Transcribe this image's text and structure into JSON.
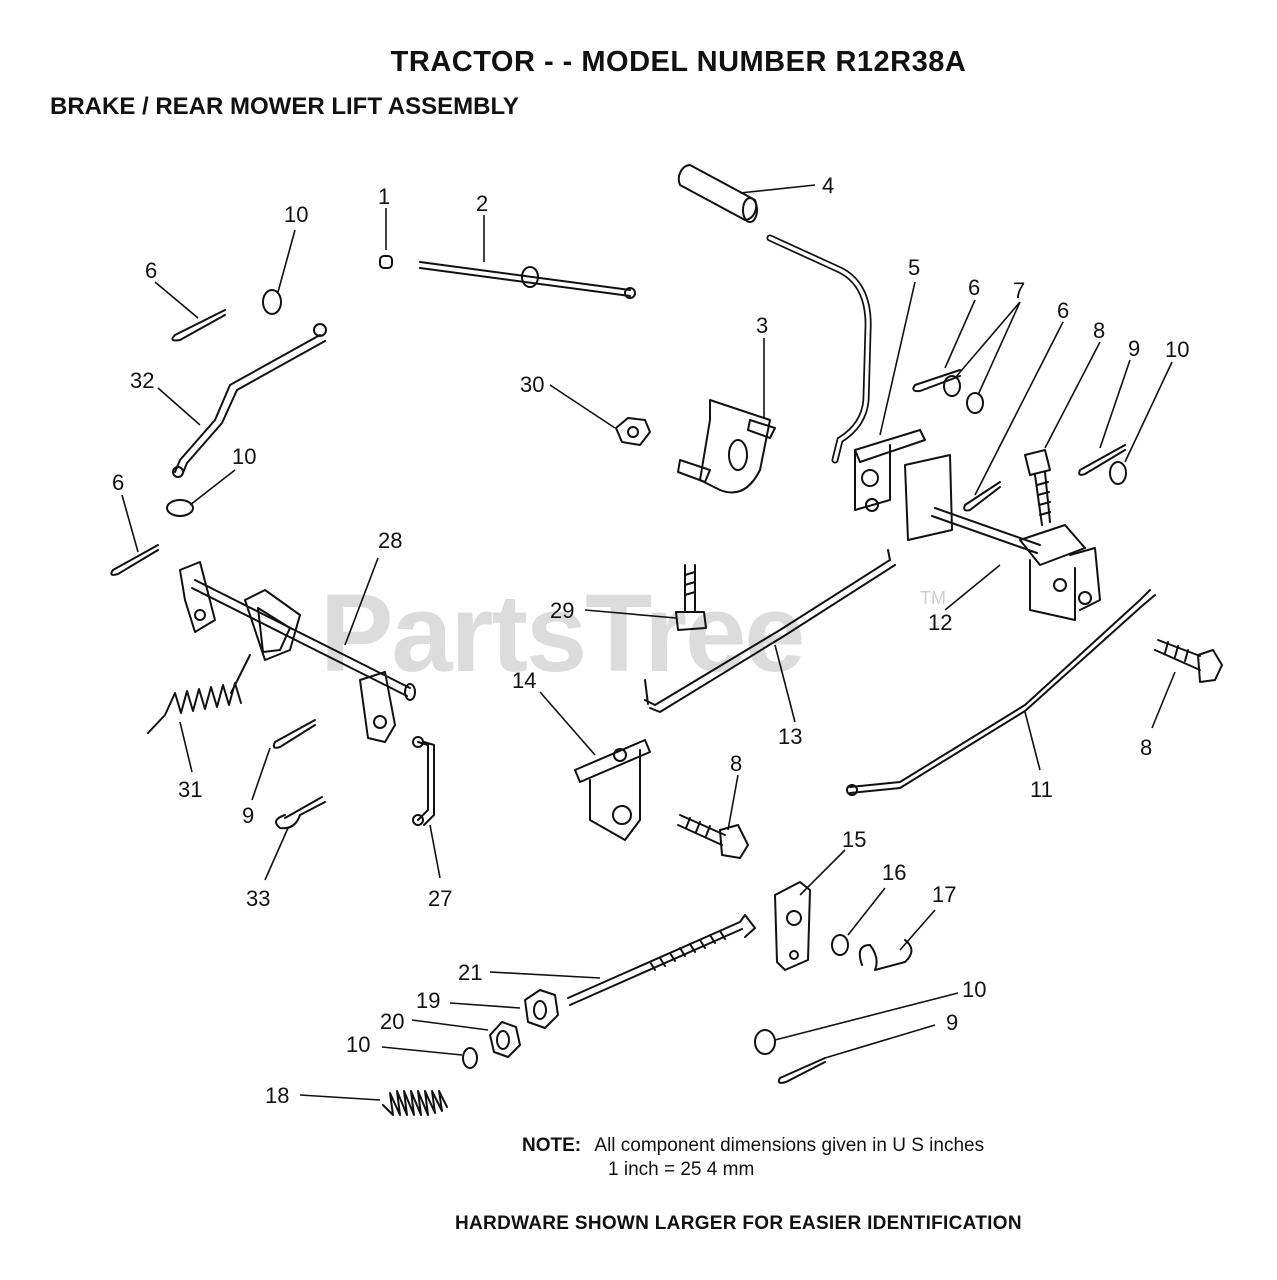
{
  "header": {
    "title": "TRACTOR - - MODEL NUMBER R12R38A",
    "subtitle": "BRAKE / REAR MOWER LIFT ASSEMBLY"
  },
  "watermark": {
    "text": "PartsTree",
    "tm": "TM"
  },
  "footer": {
    "note_label": "NOTE:",
    "note_line1": "All component dimensions given in U S  inches",
    "note_line2": "1 inch = 25 4 mm",
    "hardware": "HARDWARE SHOWN LARGER FOR EASIER IDENTIFICATION"
  },
  "callouts": {
    "c1": "1",
    "c2": "2",
    "c3": "3",
    "c4": "4",
    "c5": "5",
    "c6a": "6",
    "c6b": "6",
    "c6c": "6",
    "c6d": "6",
    "c7": "7",
    "c8a": "8",
    "c8b": "8",
    "c8c": "8",
    "c9a": "9",
    "c9b": "9",
    "c9c": "9",
    "c10a": "10",
    "c10b": "10",
    "c10c": "10",
    "c10d": "10",
    "c10e": "10",
    "c11": "11",
    "c12": "12",
    "c13": "13",
    "c14": "14",
    "c15": "15",
    "c16": "16",
    "c17": "17",
    "c18": "18",
    "c19": "19",
    "c20": "20",
    "c21": "21",
    "c27": "27",
    "c28": "28",
    "c29": "29",
    "c30": "30",
    "c31": "31",
    "c32": "32",
    "c33": "33"
  }
}
